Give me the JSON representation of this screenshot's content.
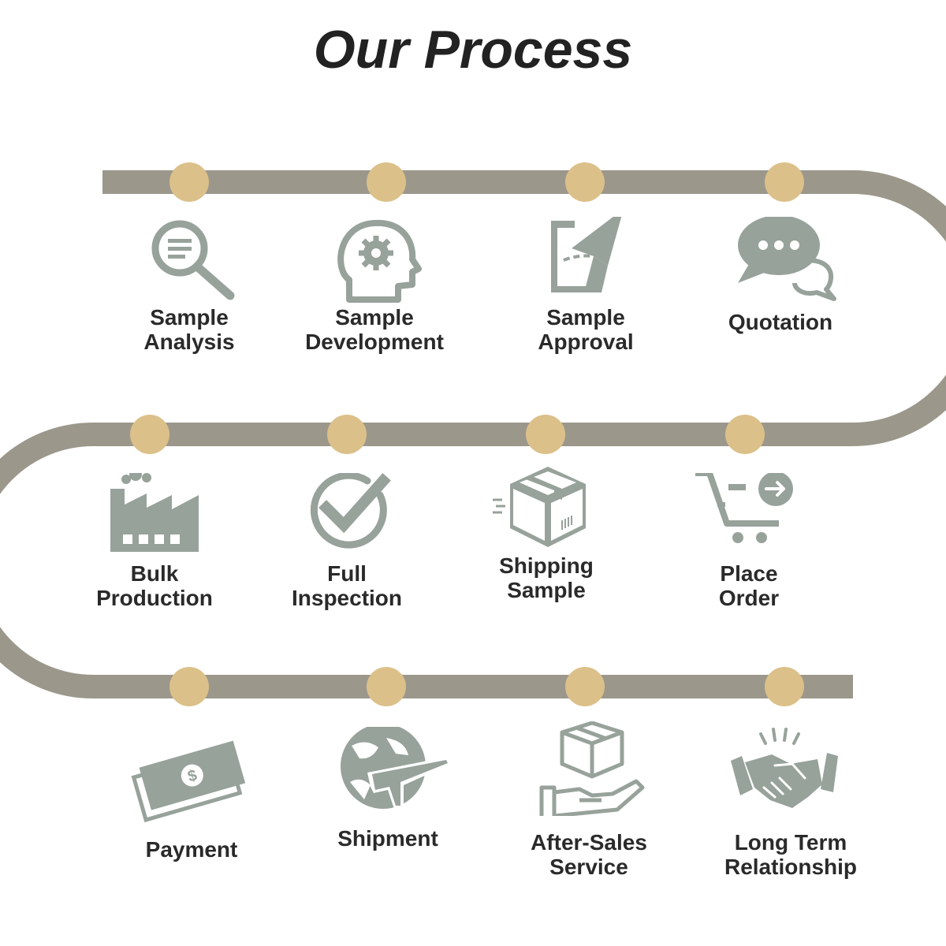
{
  "title": "Our Process",
  "colors": {
    "track": "#9b978b",
    "node": "#dcc08a",
    "icon": "#97a29a",
    "text": "#2a2a2a"
  },
  "steps": [
    {
      "line1": "Sample",
      "line2": "Analysis",
      "icon": "magnifier-icon"
    },
    {
      "line1": "Sample",
      "line2": "Development",
      "icon": "head-gear-icon"
    },
    {
      "line1": "Sample",
      "line2": "Approval",
      "icon": "paper-plane-icon"
    },
    {
      "line1": "Quotation",
      "line2": "",
      "icon": "chat-bubbles-icon"
    },
    {
      "line1": "Bulk",
      "line2": "Production",
      "icon": "factory-icon"
    },
    {
      "line1": "Full",
      "line2": "Inspection",
      "icon": "checkmark-icon"
    },
    {
      "line1": "Shipping",
      "line2": "Sample",
      "icon": "box-icon"
    },
    {
      "line1": "Place",
      "line2": "Order",
      "icon": "cart-icon"
    },
    {
      "line1": "Payment",
      "line2": "",
      "icon": "money-icon"
    },
    {
      "line1": "Shipment",
      "line2": "",
      "icon": "globe-plane-icon"
    },
    {
      "line1": "After-Sales",
      "line2": "Service",
      "icon": "box-hand-icon"
    },
    {
      "line1": "Long Term",
      "line2": "Relationship",
      "icon": "handshake-icon"
    }
  ]
}
